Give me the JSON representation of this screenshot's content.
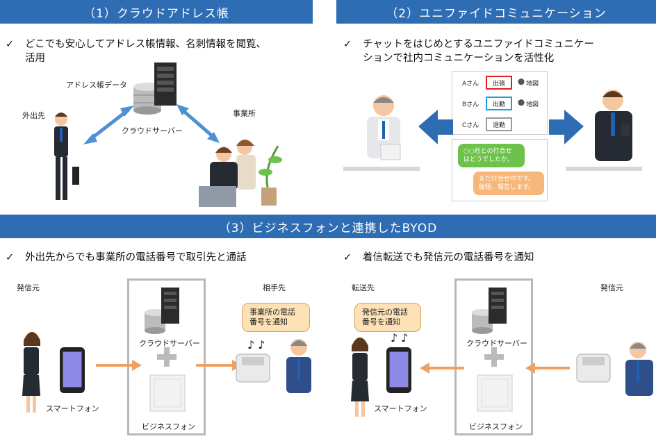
{
  "sections": {
    "s1": {
      "title": "（1）クラウドアドレス帳",
      "bullet": "どこでも安心してアドレス帳情報、名刺情報を閲覧、\n活用",
      "labels": {
        "address_data": "アドレス帳データ",
        "outside": "外出先",
        "cloud_server": "クラウドサーバー",
        "office": "事業所"
      }
    },
    "s2": {
      "title": "（2）ユニファイドコミュニケーション",
      "bullet": "チャットをはじめとするユニファイドコミュニケー\nションで社内コミュニケーションを活性化",
      "presence": [
        {
          "name": "Aさん",
          "status": "出張",
          "map": "地図",
          "color": "#e02020"
        },
        {
          "name": "Bさん",
          "status": "出勤",
          "map": "地図",
          "color": "#1aa0d8"
        },
        {
          "name": "Cさん",
          "status": "退勤",
          "map": "",
          "color": "#999999"
        }
      ],
      "chat1": "○○社との打合せ\nはどうでしたか。",
      "chat2": "まだ打合せ中です。\n後程、報告します。"
    },
    "s3": {
      "title": "（3）ビジネスフォンと連携したBYOD",
      "left": {
        "bullet": "外出先からでも事業所の電話番号で取引先と通話",
        "caller": "発信元",
        "smartphone": "スマートフォン",
        "cloud_server": "クラウドサーバー",
        "business_phone": "ビジネスフォン",
        "partner": "相手先",
        "bubble": "事業所の電話\n番号を通知"
      },
      "right": {
        "bullet": "着信転送でも発信元の電話番号を通知",
        "forward": "転送先",
        "bubble": "発信元の電話\n番号を通知",
        "cloud_server": "クラウドサーバー",
        "business_phone": "ビジネスフォン",
        "smartphone": "スマートフォン",
        "caller": "発信元"
      }
    }
  },
  "check_mark": "✓",
  "colors": {
    "band": "#2e6db4",
    "arrow_blue": "#4f8fd4",
    "arrow_orange": "#f0a060",
    "chat_green": "#6cc24a",
    "chat_orange": "#f7b77a"
  }
}
